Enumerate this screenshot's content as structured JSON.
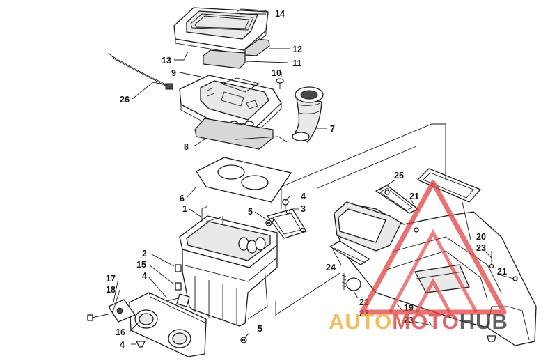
{
  "diagram": {
    "labels": {
      "p1": "1",
      "p2": "2",
      "p3": "3",
      "p4a": "4",
      "p4b": "4",
      "p4c": "4",
      "p5a": "5",
      "p5b": "5",
      "p6": "6",
      "p7": "7",
      "p8": "8",
      "p9": "9",
      "p10": "10",
      "p11": "11",
      "p12": "12",
      "p13": "13",
      "p14": "14",
      "p15": "15",
      "p16": "16",
      "p17": "17",
      "p18": "18",
      "p19": "19",
      "p20": "20",
      "p21a": "21",
      "p21b": "21",
      "p22": "22",
      "p23a": "23",
      "p23b": "23",
      "p23c": "23",
      "p24": "24",
      "p25": "25",
      "p26": "26"
    }
  },
  "watermark": {
    "part1": "AUTO",
    "part2": "MOTO",
    "part3": "HUB",
    "color_auto": "#f0b342",
    "color_moto": "#e23a3a",
    "color_hub": "#3a3a3a"
  }
}
